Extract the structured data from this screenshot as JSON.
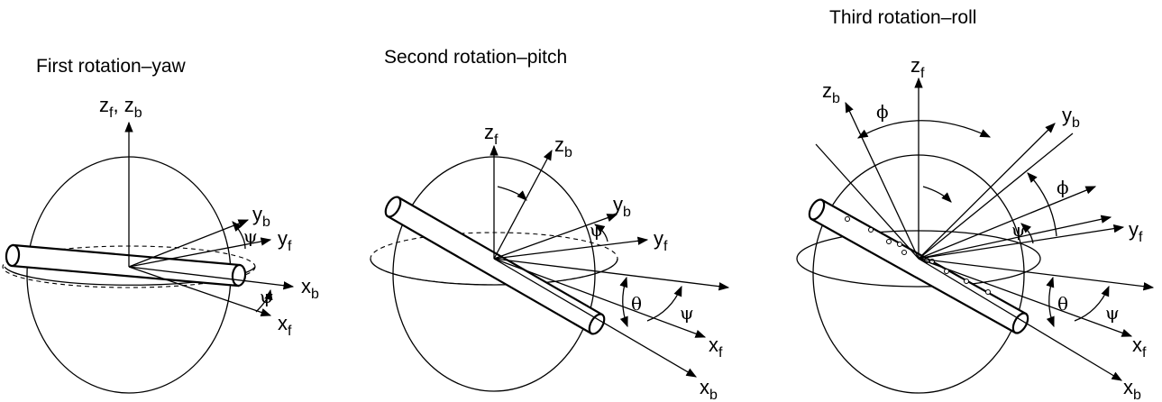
{
  "panels": [
    {
      "title": "First rotation–yaw",
      "labels": {
        "z": "z",
        "z_sub": "f",
        "z_sep": ", ",
        "z2": "z",
        "z2_sub": "b",
        "yb": "y",
        "yb_sub": "b",
        "yf": "y",
        "yf_sub": "f",
        "xb": "x",
        "xb_sub": "b",
        "xf": "x",
        "xf_sub": "f",
        "psi1": "ψ",
        "psi2": "ψ"
      }
    },
    {
      "title": "Second rotation–pitch",
      "labels": {
        "zf": "z",
        "zf_sub": "f",
        "zb": "z",
        "zb_sub": "b",
        "yb": "y",
        "yb_sub": "b",
        "yf": "y",
        "yf_sub": "f",
        "xf": "x",
        "xf_sub": "f",
        "xb": "x",
        "xb_sub": "b",
        "psi1": "ψ",
        "psi2": "ψ",
        "theta": "θ"
      }
    },
    {
      "title": "Third rotation–roll",
      "labels": {
        "zf": "z",
        "zf_sub": "f",
        "zb": "z",
        "zb_sub": "b",
        "yb": "y",
        "yb_sub": "b",
        "yf": "y",
        "yf_sub": "f",
        "xf": "x",
        "xf_sub": "f",
        "xb": "x",
        "xb_sub": "b",
        "psi1": "ψ",
        "psi2": "ψ",
        "theta": "θ",
        "phi1": "ϕ",
        "phi2": "ϕ"
      }
    }
  ],
  "colors": {
    "ink": "#000000",
    "background": "#ffffff"
  }
}
